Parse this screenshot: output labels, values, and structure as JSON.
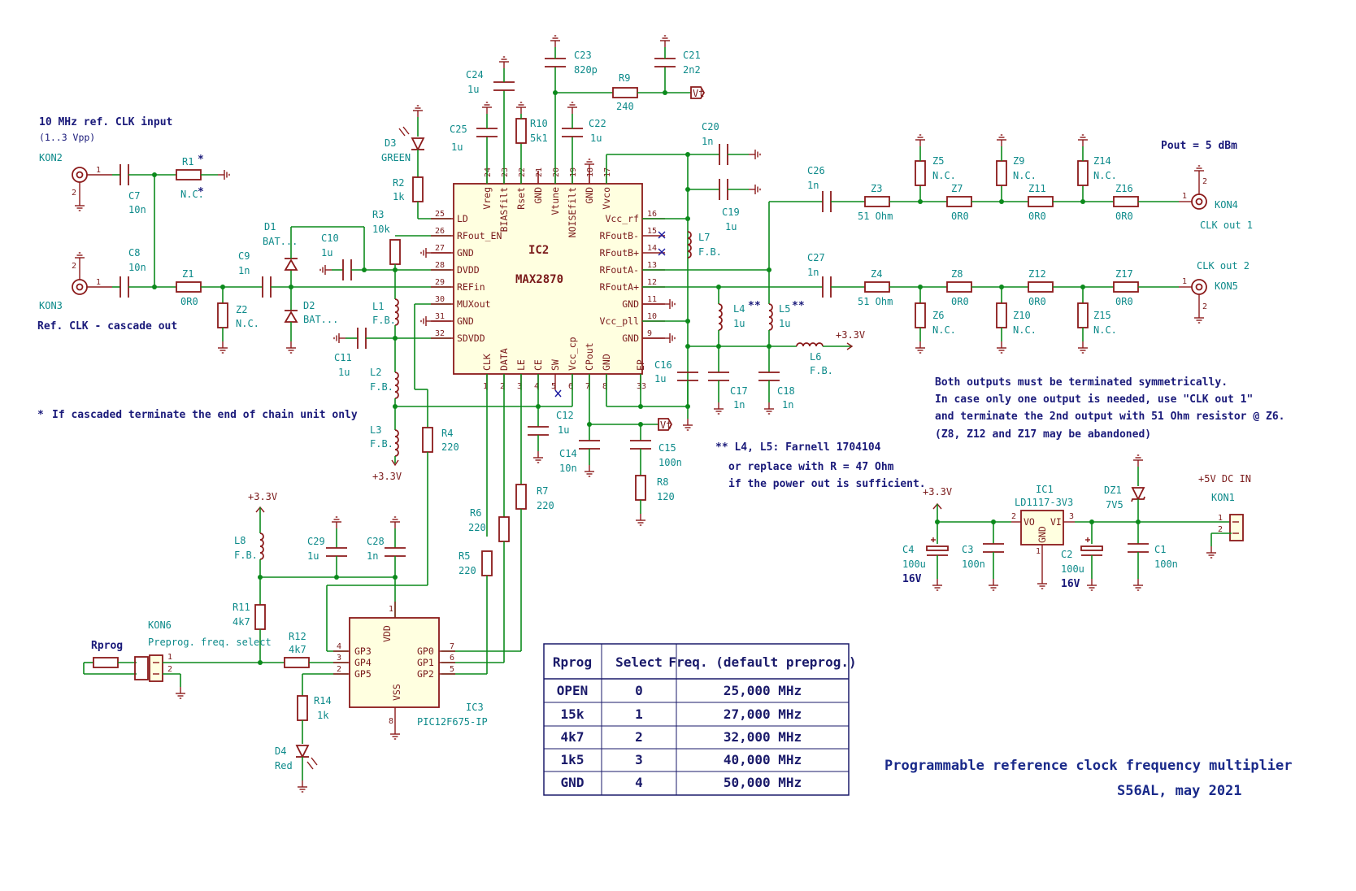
{
  "input": {
    "title": "10 MHz ref. CLK input",
    "range": "(1..3 Vpp)",
    "cascade": "Ref. CLK - cascade out",
    "footnote": "If cascaded terminate the end of chain unit only",
    "star": "*"
  },
  "outputs": {
    "pout": "Pout = 5 dBm",
    "clk1": "CLK out 1",
    "clk2": "CLK out 2",
    "note1": "Both outputs must be terminated symmetrically.",
    "note2": "In case only one output is needed, use \"CLK out 1\"",
    "note3": "and terminate the 2nd output with 51 Ohm resistor @ Z6.",
    "note4": "(Z8, Z12 and Z17 may be abandoned)"
  },
  "inductor_note": {
    "line1": "** L4, L5: Farnell 1704104",
    "line2": "or replace with R = 47 Ohm",
    "line3": "if the power out is sufficient."
  },
  "power": {
    "v33": "+3.3V",
    "v5": "+5V DC IN",
    "vt": "Vt"
  },
  "ic2": {
    "ref": "IC2",
    "value": "MAX2870",
    "left": [
      {
        "n": "25",
        "name": "LD"
      },
      {
        "n": "26",
        "name": "RFout_EN"
      },
      {
        "n": "27",
        "name": "GND"
      },
      {
        "n": "28",
        "name": "DVDD"
      },
      {
        "n": "29",
        "name": "REFin"
      },
      {
        "n": "30",
        "name": "MUXout"
      },
      {
        "n": "31",
        "name": "GND"
      },
      {
        "n": "32",
        "name": "SDVDD"
      }
    ],
    "right": [
      {
        "n": "16",
        "name": "Vcc_rf"
      },
      {
        "n": "15",
        "name": "RFoutB-"
      },
      {
        "n": "14",
        "name": "RFoutB+"
      },
      {
        "n": "13",
        "name": "RFoutA-"
      },
      {
        "n": "12",
        "name": "RFoutA+"
      },
      {
        "n": "11",
        "name": "GND"
      },
      {
        "n": "10",
        "name": "Vcc_pll"
      },
      {
        "n": "9",
        "name": "GND"
      }
    ],
    "top": [
      {
        "n": "24",
        "name": "Vreg"
      },
      {
        "n": "23",
        "name": "BIASfilt"
      },
      {
        "n": "22",
        "name": "Rset"
      },
      {
        "n": "21",
        "name": "GND"
      },
      {
        "n": "20",
        "name": "Vtune"
      },
      {
        "n": "19",
        "name": "NOISEfilt"
      },
      {
        "n": "18",
        "name": "GND"
      },
      {
        "n": "17",
        "name": "Vvco"
      }
    ],
    "bottom": [
      {
        "n": "1",
        "name": "CLK"
      },
      {
        "n": "2",
        "name": "DATA"
      },
      {
        "n": "3",
        "name": "LE"
      },
      {
        "n": "4",
        "name": "CE"
      },
      {
        "n": "5",
        "name": "SW"
      },
      {
        "n": "6",
        "name": "Vcc_cp"
      },
      {
        "n": "7",
        "name": "CPout"
      },
      {
        "n": "8",
        "name": "GND"
      },
      {
        "n": "33",
        "name": "EP"
      }
    ]
  },
  "ic3": {
    "ref": "IC3",
    "value": "PIC12F675-IP",
    "pins": {
      "vdd": "VDD",
      "vss": "VSS",
      "gp0": "GP0",
      "gp1": "GP1",
      "gp2": "GP2",
      "gp3": "GP3",
      "gp4": "GP4",
      "gp5": "GP5"
    },
    "nums": {
      "p1": "1",
      "p2": "2",
      "p3": "3",
      "p4": "4",
      "p5": "5",
      "p6": "6",
      "p7": "7",
      "p8": "8"
    }
  },
  "ic1": {
    "ref": "IC1",
    "value": "LD1117-3V3",
    "vo": "VO",
    "vi": "VI",
    "gnd": "GND",
    "p1": "1",
    "p2": "2",
    "p3": "3"
  },
  "components": {
    "KON2": "KON2",
    "KON3": "KON3",
    "KON4": "KON4",
    "KON5": "KON5",
    "KON1": "KON1",
    "KON6": "KON6",
    "kon6_desc": "Preprog. freq. select",
    "rprog": "Rprog",
    "C7": "C7",
    "C7v": "10n",
    "C8": "C8",
    "C8v": "10n",
    "R1": "R1",
    "R1v": "N.C.",
    "Z1": "Z1",
    "Z1v": "0R0",
    "Z2": "Z2",
    "Z2v": "N.C.",
    "C9": "C9",
    "C9v": "1n",
    "D1": "D1",
    "D1v": "BAT...",
    "D2": "D2",
    "D2v": "BAT...",
    "C10": "C10",
    "C10v": "1u",
    "R3": "R3",
    "R3v": "10k",
    "C11": "C11",
    "C11v": "1u",
    "L1": "L1",
    "L1v": "F.B.",
    "L2": "L2",
    "L2v": "F.B.",
    "L3": "L3",
    "L3v": "F.B.",
    "D3": "D3",
    "D3v": "GREEN",
    "R2": "R2",
    "R2v": "1k",
    "C24": "C24",
    "C24v": "1u",
    "C25": "C25",
    "C25v": "1u",
    "R10": "R10",
    "R10v": "5k1",
    "C23": "C23",
    "C23v": "820p",
    "R9": "R9",
    "R9v": "240",
    "C21": "C21",
    "C21v": "2n2",
    "C22": "C22",
    "C22v": "1u",
    "C20": "C20",
    "C20v": "1n",
    "C19": "C19",
    "C19v": "1u",
    "L7": "L7",
    "L7v": "F.B.",
    "C26": "C26",
    "C26v": "1n",
    "C27": "C27",
    "C27v": "1n",
    "Z3": "Z3",
    "Z3v": "51 Ohm",
    "Z4": "Z4",
    "Z4v": "51 Ohm",
    "Z5": "Z5",
    "Z5v": "N.C.",
    "Z6": "Z6",
    "Z6v": "N.C.",
    "Z7": "Z7",
    "Z7v": "0R0",
    "Z8": "Z8",
    "Z8v": "0R0",
    "Z9": "Z9",
    "Z9v": "N.C.",
    "Z10": "Z10",
    "Z10v": "N.C.",
    "Z11": "Z11",
    "Z11v": "0R0",
    "Z12": "Z12",
    "Z12v": "0R0",
    "Z14": "Z14",
    "Z14v": "N.C.",
    "Z15": "Z15",
    "Z15v": "N.C.",
    "Z16": "Z16",
    "Z16v": "0R0",
    "Z17": "Z17",
    "Z17v": "0R0",
    "L4": "L4",
    "L4v": "1u",
    "L5": "L5",
    "L5v": "1u",
    "L6": "L6",
    "L6v": "F.B.",
    "dstar": "**",
    "C16": "C16",
    "C16v": "1u",
    "C17": "C17",
    "C17v": "1n",
    "C18": "C18",
    "C18v": "1n",
    "C12": "C12",
    "C12v": "1u",
    "C14": "C14",
    "C14v": "10n",
    "C15": "C15",
    "C15v": "100n",
    "R8": "R8",
    "R8v": "120",
    "R4": "R4",
    "R4v": "220",
    "R5": "R5",
    "R5v": "220",
    "R6": "R6",
    "R6v": "220",
    "R7": "R7",
    "R7v": "220",
    "L8": "L8",
    "L8v": "F.B.",
    "C29": "C29",
    "C29v": "1u",
    "C28": "C28",
    "C28v": "1n",
    "R11": "R11",
    "R11v": "4k7",
    "R12": "R12",
    "R12v": "4k7",
    "R14": "R14",
    "R14v": "1k",
    "D4": "D4",
    "D4v": "Red",
    "C4": "C4",
    "C4v": "100u",
    "C4r": "16V",
    "C3": "C3",
    "C3v": "100n",
    "C2": "C2",
    "C2v": "100u",
    "C2r": "16V",
    "C1": "C1",
    "C1v": "100n",
    "DZ1": "DZ1",
    "DZ1v": "7V5",
    "n1": "1",
    "n2": "2"
  },
  "table": {
    "headers": [
      "Rprog",
      "Select",
      "Freq. (default preprog.)"
    ],
    "rows": [
      [
        "OPEN",
        "0",
        "25,000 MHz"
      ],
      [
        "15k",
        "1",
        "27,000 MHz"
      ],
      [
        "4k7",
        "2",
        "32,000 MHz"
      ],
      [
        "1k5",
        "3",
        "40,000 MHz"
      ],
      [
        "GND",
        "4",
        "50,000 MHz"
      ]
    ]
  },
  "title_block": {
    "line1": "Programmable reference clock frequency multiplier",
    "line2": "S56AL, may 2021"
  },
  "colors": {
    "wire": "#0c8a1c",
    "component": "#8b1a1a",
    "label": "#0d8a8a",
    "note": "#1a1a7a"
  }
}
